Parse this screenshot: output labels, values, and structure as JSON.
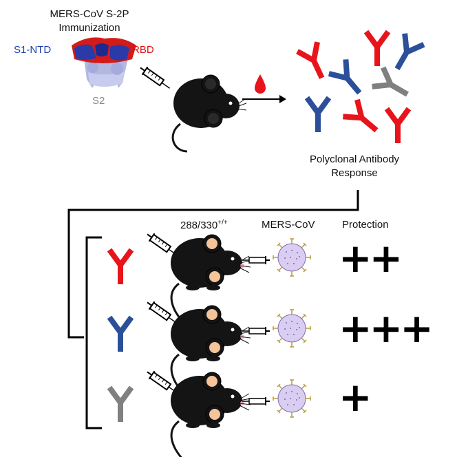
{
  "figure": {
    "immunization_title_line1": "MERS-CoV S-2P",
    "immunization_title_line2": "Immunization",
    "domain_labels": {
      "s1_ntd": "S1-NTD",
      "rbd": "RBD",
      "s2": "S2"
    },
    "response_label_line1": "Polyclonal Antibody",
    "response_label_line2": "Response",
    "column_headers": {
      "mouse_strain_base": "288/330",
      "mouse_strain_superscript": "+/+",
      "virus": "MERS-CoV",
      "protection": "Protection"
    },
    "rows": [
      {
        "antibody": "RBD",
        "antibody_color": "#e8141c",
        "protection": "++"
      },
      {
        "antibody": "S1-NTD",
        "antibody_color": "#2c4f9a",
        "protection": "+++"
      },
      {
        "antibody": "S2",
        "antibody_color": "#808080",
        "protection": "+"
      }
    ],
    "colors": {
      "rbd": "#e8141c",
      "s1_ntd": "#2c4f9a",
      "s2": "#808080",
      "blood_drop": "#e8141c",
      "virus_fill": "#d9cdf2",
      "spike": "#b69a3e",
      "mouse_body": "#141414",
      "mouse_ear_inner": "#f5c49a"
    },
    "icons": [
      "spike-protein-icon",
      "syringe-icon",
      "mouse-icon",
      "blood-drop-icon",
      "arrow-icon",
      "antibody-icon",
      "virus-icon",
      "bracket-icon"
    ]
  }
}
